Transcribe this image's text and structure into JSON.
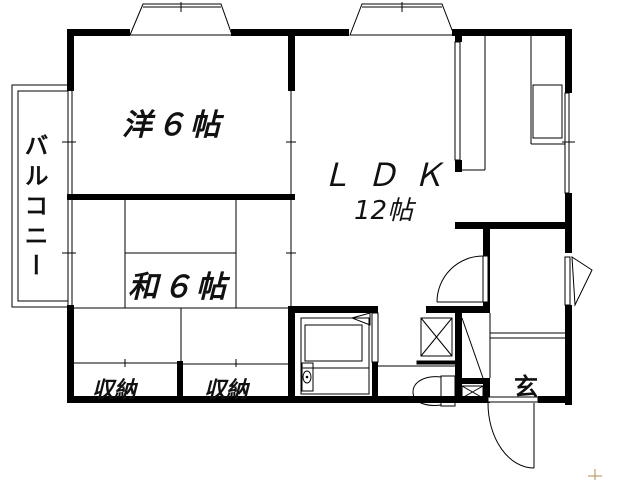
{
  "floor_plan": {
    "type": "apartment-1LDK-floor-plan",
    "rooms": {
      "western_room": {
        "label": "洋６帖",
        "kind": "Western-style room",
        "size_jo": 6
      },
      "japanese_room": {
        "label": "和６帖",
        "kind": "Japanese tatami room",
        "size_jo": 6
      },
      "ldk": {
        "label": "ＬＤＫ",
        "size_label": "12帖",
        "kind": "Living/Dining/Kitchen",
        "size_jo": 12
      },
      "closet_1": {
        "label": "収納",
        "kind": "Storage"
      },
      "closet_2": {
        "label": "収納",
        "kind": "Storage"
      },
      "entrance": {
        "label": "玄",
        "kind": "Entrance (genkan)"
      },
      "balcony": {
        "label": "バルコニー",
        "kind": "Balcony"
      },
      "bathroom": {
        "kind": "Unit bath"
      },
      "toilet": {
        "kind": "Toilet"
      }
    },
    "colors": {
      "wall": "#000000",
      "line": "#000000",
      "background": "#ffffff",
      "marker": "#b08850"
    }
  }
}
